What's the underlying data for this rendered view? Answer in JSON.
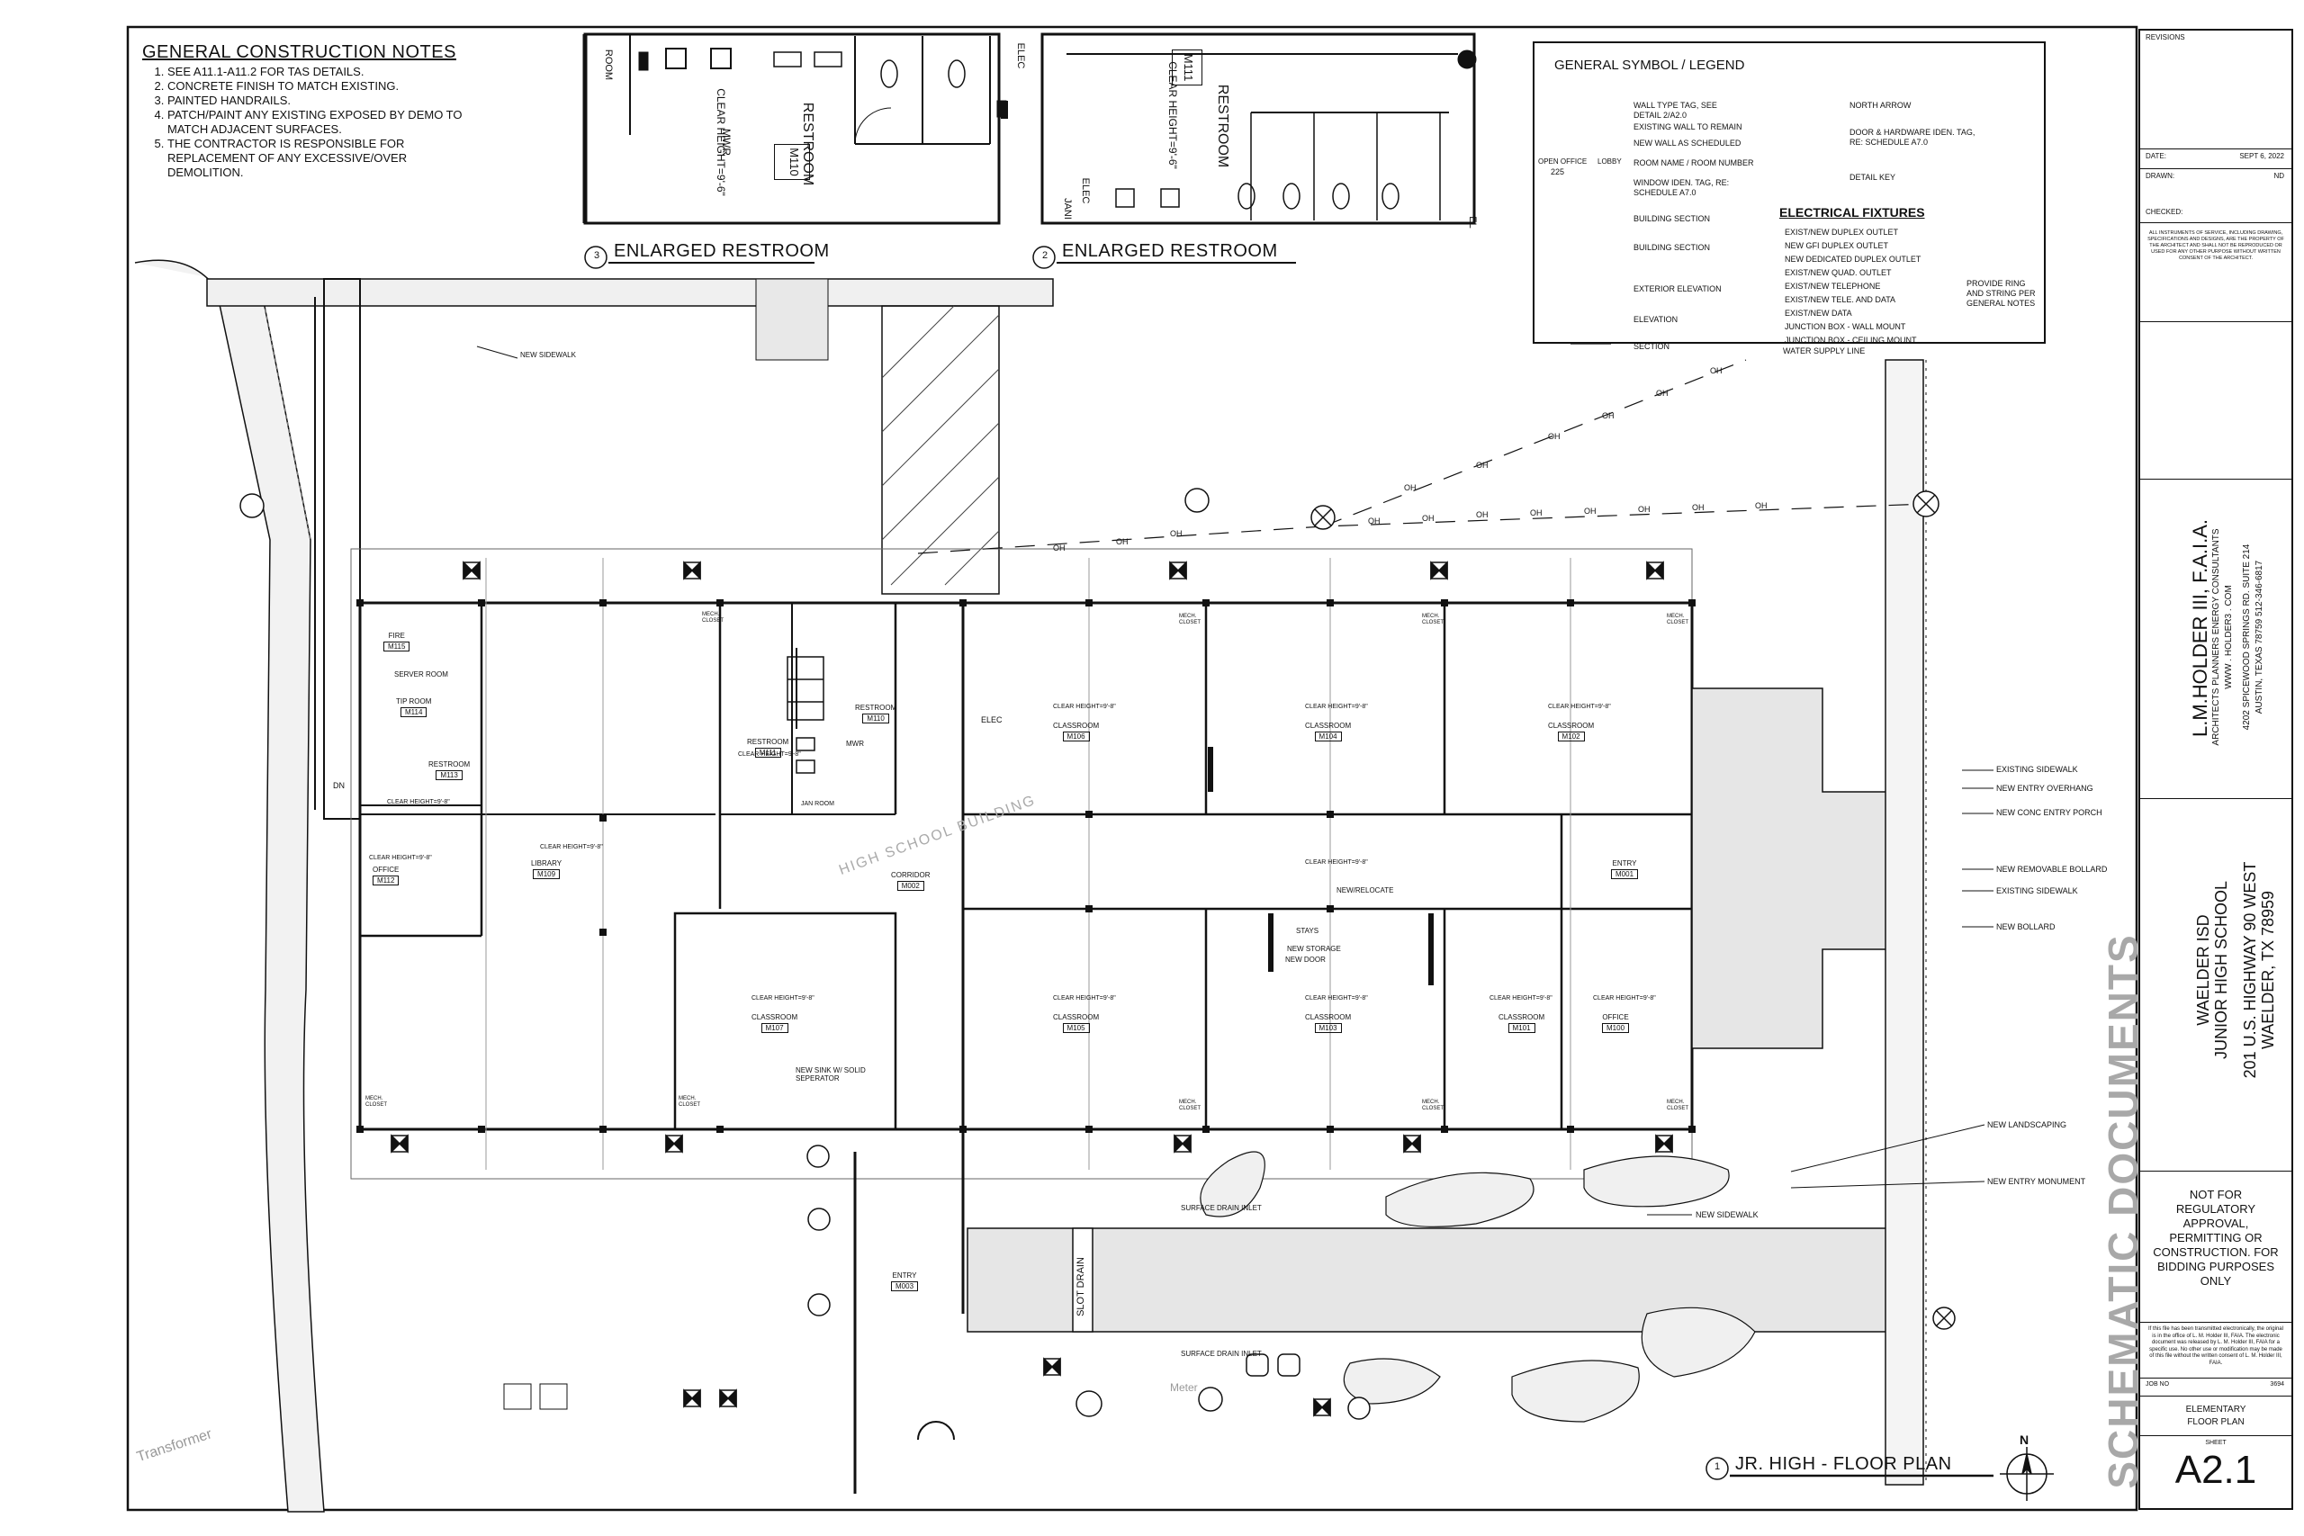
{
  "notes": {
    "title": "GENERAL CONSTRUCTION NOTES",
    "items": [
      "SEE A11.1-A11.2 FOR TAS DETAILS.",
      "CONCRETE FINISH TO MATCH EXISTING.",
      "PAINTED HANDRAILS.",
      "PATCH/PAINT ANY EXISTING EXPOSED BY DEMO TO MATCH ADJACENT SURFACES.",
      "THE CONTRACTOR IS RESPONSIBLE FOR REPLACEMENT OF ANY EXCESSIVE/OVER DEMOLITION."
    ]
  },
  "enlarged": {
    "left_num": "3",
    "left_title": "ENLARGED RESTROOM",
    "right_num": "2",
    "right_title": "ENLARGED RESTROOM",
    "left_room": "RESTROOM",
    "left_room_no": "M110",
    "left_mwr": "MWR",
    "left_clear": "CLEAR HEIGHT=9'-6\"",
    "right_room": "RESTROOM",
    "right_room_no": "M111",
    "right_clear": "CLEAR HEIGHT=9'-6\"",
    "room_lbl": "ROOM",
    "elec_lbl": "ELEC",
    "jani_lbl": "JANI",
    "el_lbl": "EL"
  },
  "legend": {
    "title": "GENERAL SYMBOL / LEGEND",
    "items": [
      "WALL TYPE TAG, SEE DETAIL 2/A2.0",
      "EXISTING WALL TO REMAIN",
      "NEW WALL AS SCHEDULED",
      "ROOM NAME / ROOM NUMBER",
      "WINDOW IDEN. TAG, RE: SCHEDULE A7.0",
      "BUILDING SECTION",
      "BUILDING SECTION",
      "EXTERIOR ELEVATION",
      "ELEVATION",
      "SECTION"
    ],
    "right_items": [
      "NORTH ARROW",
      "DOOR & HARDWARE IDEN. TAG, RE: SCHEDULE A7.0",
      "DETAIL KEY"
    ],
    "room_sample_name": "OPEN OFFICE",
    "room_sample_no": "225",
    "lobby": "LOBBY",
    "elec_title": "ELECTRICAL FIXTURES",
    "elec_items": [
      "EXIST/NEW DUPLEX OUTLET",
      "NEW GFI DUPLEX OUTLET",
      "NEW DEDICATED DUPLEX OUTLET",
      "EXIST/NEW QUAD. OUTLET",
      "EXIST/NEW TELEPHONE",
      "EXIST/NEW TELE. AND DATA",
      "EXIST/NEW DATA",
      "JUNCTION BOX - WALL MOUNT",
      "JUNCTION BOX - CEILING MOUNT",
      "WATER SUPPLY LINE"
    ],
    "ring_note": "PROVIDE RING AND STRING PER GENERAL NOTES"
  },
  "plan": {
    "rooms": [
      {
        "name": "FIRE",
        "no": "M115"
      },
      {
        "name": "SERVER ROOM",
        "no": ""
      },
      {
        "name": "TIP ROOM",
        "no": "M114"
      },
      {
        "name": "RESTROOM",
        "no": "M113"
      },
      {
        "name": "OFFICE",
        "no": "M112"
      },
      {
        "name": "LIBRARY",
        "no": "M109"
      },
      {
        "name": "RESTROOM",
        "no": "M111"
      },
      {
        "name": "RESTROOM",
        "no": "M110"
      },
      {
        "name": "CORRIDOR",
        "no": "M002"
      },
      {
        "name": "CLASSROOM",
        "no": "M106"
      },
      {
        "name": "CLASSROOM",
        "no": "M104"
      },
      {
        "name": "CLASSROOM",
        "no": "M102"
      },
      {
        "name": "ENTRY",
        "no": "M001"
      },
      {
        "name": "CLASSROOM",
        "no": "M107"
      },
      {
        "name": "CLASSROOM",
        "no": "M105"
      },
      {
        "name": "CLASSROOM",
        "no": "M103"
      },
      {
        "name": "CLASSROOM",
        "no": "M101"
      },
      {
        "name": "OFFICE",
        "no": "M100"
      },
      {
        "name": "ENTRY",
        "no": "M003"
      }
    ],
    "clear_height": "CLEAR HEIGHT=9'-8\"",
    "server_clear": "CLEAR HEIGHT=9'-8\"",
    "mech_closet": "MECH. CLOSET",
    "mwr": "MWR",
    "elec": "ELEC",
    "jan_room": "JAN ROOM",
    "bldg_label": "HIGH SCHOOL BUILDING",
    "dn": "DN",
    "callouts_right": [
      "EXISTING SIDEWALK",
      "NEW ENTRY OVERHANG",
      "NEW CONC ENTRY PORCH",
      "NEW REMOVABLE BOLLARD",
      "EXISTING SIDEWALK",
      "NEW BOLLARD",
      "NEW LANDSCAPING",
      "NEW ENTRY MONUMENT",
      "NEW SIDEWALK"
    ],
    "callouts_mid": [
      "NEW/RELOCATE",
      "STAYS",
      "NEW STORAGE",
      "NEW DOOR",
      "NEW SINK W/ SOLID SEPERATOR",
      "SURFACE DRAIN INLET",
      "SURFACE DRAIN INLET",
      "SLOT DRAIN"
    ],
    "new_sidewalk_top": "NEW SIDEWALK",
    "oh": "OH",
    "transformer": "Transformer",
    "meter": "Meter",
    "plan_num": "1",
    "plan_title": "JR. HIGH - FLOOR PLAN",
    "north": "N"
  },
  "titleblock": {
    "revisions": "REVISIONS",
    "date_lbl": "DATE:",
    "date_val": "SEPT 6, 2022",
    "drawn_lbl": "DRAWN:",
    "drawn_val": "ND",
    "checked_lbl": "CHECKED:",
    "copyright": "ALL INSTRUMENTS OF SERVICE, INCLUDING DRAWING, SPECIFICATIONS AND DESIGNS, ARE THE PROPERTY OF THE ARCHITECT AND SHALL NOT BE REPRODUCED OR USED FOR ANY OTHER PURPOSE WITHOUT WRITTEN CONSENT OF THE ARCHITECT.",
    "firm_name": "L.M.HOLDER III, F.A.I.A.",
    "firm_sub": "ARCHITECTS PLANNERS ENERGY CONSULTANTS",
    "firm_web": "WWW . HOLDER3 . COM",
    "firm_addr1": "4202 SPICEWOOD SPRINGS RD. SUITE 214",
    "firm_addr2": "AUSTIN, TEXAS 78759 512-346-6817",
    "proj1": "WAELDER ISD",
    "proj2": "JUNIOR HIGH SCHOOL",
    "proj3": "201 U.S. HIGHWAY 90 WEST",
    "proj4": "WAELDER, TX 78959",
    "not_for": "NOT FOR REGULATORY APPROVAL, PERMITTING OR CONSTRUCTION. FOR BIDDING PURPOSES ONLY",
    "transmit": "If this file has been transmitted electronically, the original is in the office of L. M. Holder III, FAIA. The electronic document was released by L. M. Holder III, FAIA for a specific use. No other use or modification may be made of this file without the written consent of L. M. Holder III, FAIA.",
    "job_lbl": "JOB NO",
    "job_val": "3694",
    "sheet_title1": "ELEMENTARY",
    "sheet_title2": "FLOOR PLAN",
    "sheet_lbl": "SHEET",
    "sheet_no": "A2.1",
    "schematic": "SCHEMATIC DOCUMENTS"
  }
}
